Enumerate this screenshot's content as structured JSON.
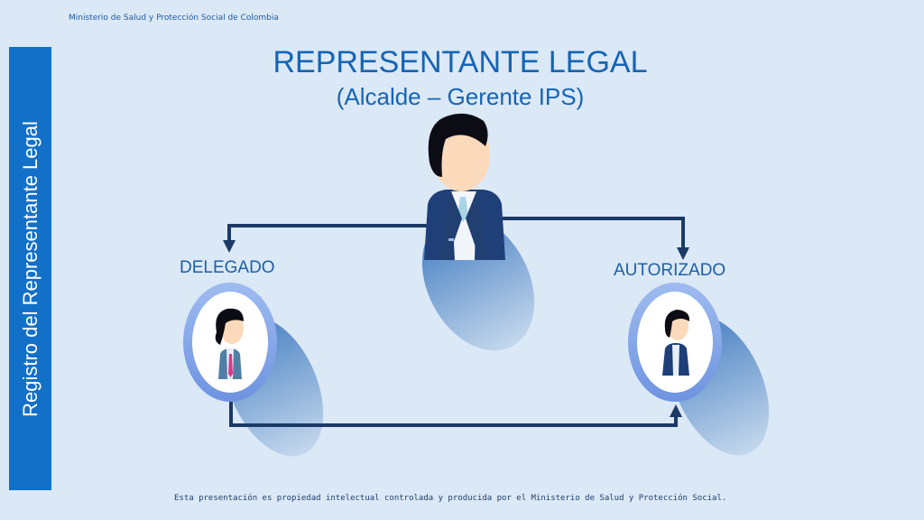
{
  "header": {
    "organization": "Ministerio de Salud y Protección Social de Colombia"
  },
  "sidebar": {
    "title": "Registro del Representante Legal"
  },
  "main": {
    "title": "REPRESENTANTE LEGAL",
    "subtitle": "(Alcalde – Gerente IPS)"
  },
  "roles": {
    "delegate": "DELEGADO",
    "authorized": "AUTORIZADO"
  },
  "footer": {
    "notice": "Esta presentación es propiedad intelectual controlada y producida por el Ministerio de Salud y Protección Social."
  },
  "icons": {
    "main_person": "businessman-icon",
    "delegate_person": "businesswoman-icon",
    "authorized_person": "businessman-small-icon"
  },
  "colors": {
    "background": "#dbe8f5",
    "accent": "#1370c8",
    "arrow": "#1b3a66",
    "suit": "#1e3f78"
  }
}
